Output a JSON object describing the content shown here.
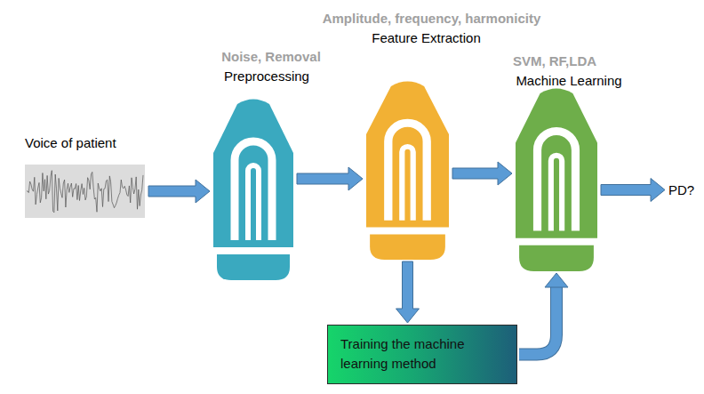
{
  "diagram": {
    "nodes": [
      {
        "text": [
          "Voice of patient"
        ]
      },
      {
        "text": [
          "Noise, Removal",
          "Preprocessing"
        ]
      },
      {
        "text": [
          "Amplitude, frequency, harmonicity",
          "Feature Extraction"
        ]
      },
      {
        "text": [
          "SVM, RF,LDA",
          "Machine Learning"
        ]
      },
      {
        "text": [
          "Training the machine learning method"
        ]
      },
      {
        "text": [
          "PD?"
        ]
      }
    ],
    "edges": [
      {
        "from": 0,
        "to": 1,
        "arrow": "to"
      },
      {
        "from": 1,
        "to": 2,
        "arrow": "to"
      },
      {
        "from": 2,
        "to": 3,
        "arrow": "to"
      },
      {
        "from": 3,
        "to": 5,
        "arrow": "to"
      },
      {
        "from": 2,
        "to": 4,
        "arrow": "to"
      },
      {
        "from": 4,
        "to": 3,
        "arrow": "to"
      }
    ]
  }
}
